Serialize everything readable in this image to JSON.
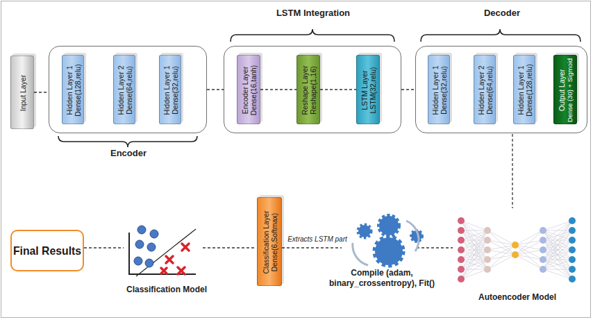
{
  "diagram": {
    "nodes": [
      {
        "text": [
          "Input Layer"
        ]
      },
      {
        "text": [
          "Encoder"
        ]
      },
      {
        "text": [
          "Hidden Layer 1",
          "Dense(128,relu)"
        ],
        "in": 1
      },
      {
        "text": [
          "Hidden Layer 2",
          "Dense(64,relu)"
        ],
        "in": 1
      },
      {
        "text": [
          "Hidden Layer 1",
          "Dense(32,relu)"
        ],
        "in": 1
      },
      {
        "text": [
          "LSTM Integration"
        ]
      },
      {
        "text": [
          "Encoder Layer",
          "Dense(16,tanh)"
        ],
        "in": 5
      },
      {
        "text": [
          "Reshape Layer",
          "Reshape(1,16)"
        ],
        "in": 5
      },
      {
        "text": [
          "LSTM Layer",
          "LSTM(32,relu)"
        ],
        "in": 5
      },
      {
        "text": [
          "Decoder"
        ]
      },
      {
        "text": [
          "Hidden Layer 1",
          "Dense(32,relu)"
        ],
        "in": 9
      },
      {
        "text": [
          "Hidden Layer 2",
          "Dense(64,relu)"
        ],
        "in": 9
      },
      {
        "text": [
          "Hidden Layer 1",
          "Dense(128,relu)"
        ],
        "in": 9
      },
      {
        "text": [
          "Output Layer",
          "Dense (30) + Sigmoid"
        ],
        "in": 9
      },
      {
        "text": [
          "Final Results"
        ]
      },
      {
        "text": [
          "Classification Layer",
          "Dense(6,Softmax)"
        ]
      }
    ],
    "edges": [
      {
        "from": 0,
        "to": 1,
        "arrow": "none"
      },
      {
        "from": 1,
        "to": 5,
        "arrow": "none"
      },
      {
        "from": 6,
        "to": 7,
        "arrow": "none"
      },
      {
        "from": 7,
        "to": 8,
        "arrow": "none"
      },
      {
        "from": 5,
        "to": 9,
        "arrow": "none"
      }
    ],
    "labels": [
      "Classification Model",
      "Extracts LSTM part",
      "Compile (adam, binary_crossentropy), Fit()",
      "Autoencoder Model"
    ]
  }
}
